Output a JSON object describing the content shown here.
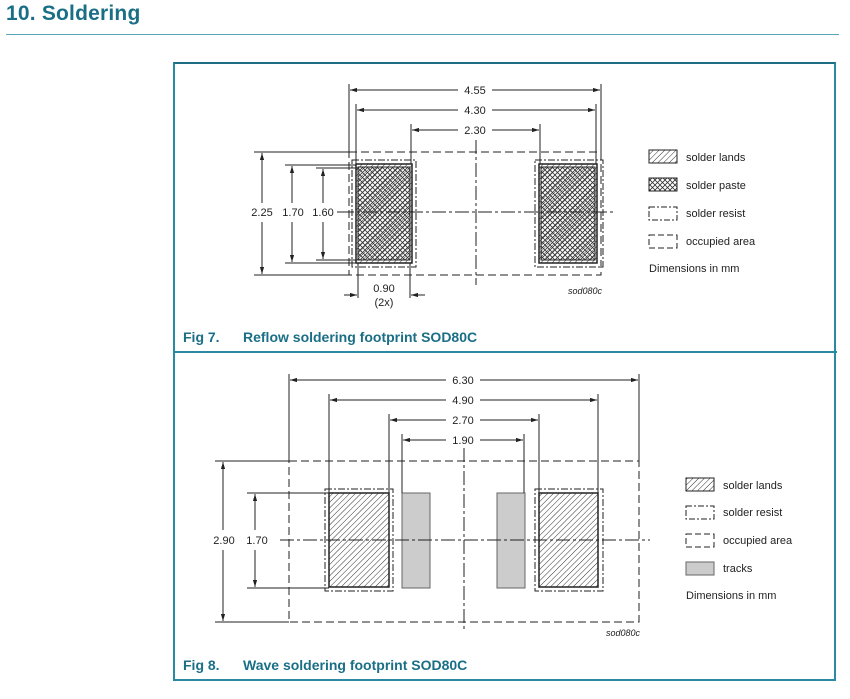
{
  "section": {
    "number": "10.",
    "title": "10. Soldering"
  },
  "figures": [
    {
      "number": "Fig 7.",
      "caption": "Reflow soldering footprint SOD80C",
      "code": "sod080c",
      "dimensions": {
        "overall_width": "4.55",
        "land_outer_width": "4.30",
        "land_inner_gap": "2.30",
        "overall_height": "2.25",
        "land_height": "1.70",
        "paste_height": "1.60",
        "land_width": "0.90",
        "land_width_note": "(2x)"
      },
      "legend": [
        {
          "pattern": "hatch-diagonal",
          "label": "solder lands"
        },
        {
          "pattern": "hatch-cross",
          "label": "solder paste"
        },
        {
          "pattern": "dash-dot-outline",
          "label": "solder resist"
        },
        {
          "pattern": "dashed-outline",
          "label": "occupied area"
        }
      ],
      "units_note": "Dimensions in mm"
    },
    {
      "number": "Fig 8.",
      "caption": "Wave soldering footprint SOD80C",
      "code": "sod080c",
      "dimensions": {
        "overall_width": "6.30",
        "land_outer_width": "4.90",
        "land_inner_gap": "2.70",
        "track_gap": "1.90",
        "overall_height": "2.90",
        "land_height": "1.70"
      },
      "legend": [
        {
          "pattern": "hatch-diagonal",
          "label": "solder lands"
        },
        {
          "pattern": "dash-dot-outline",
          "label": "solder resist"
        },
        {
          "pattern": "dashed-outline",
          "label": "occupied area"
        },
        {
          "pattern": "grey-fill",
          "label": "tracks"
        }
      ],
      "units_note": "Dimensions in mm"
    }
  ],
  "colors": {
    "accent": "#1a6f86",
    "frame": "#2a8aa3",
    "track_fill": "#cccccc",
    "line": "#222222"
  }
}
